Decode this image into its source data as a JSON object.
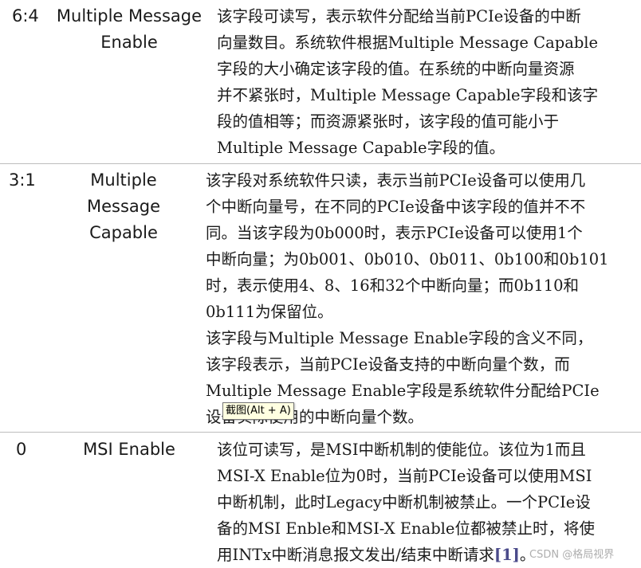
{
  "rows": [
    {
      "bits": "6:4",
      "field": [
        "Multiple Message",
        "Enable"
      ],
      "description": [
        "该字段可读写，表示软件分配给当前PCIe设备的中断",
        "向量数目。系统软件根据Multiple Message Capable",
        "字段的大小确定该字段的值。在系统的中断向量资源",
        "并不紧张时，Multiple Message Capable字段和该字",
        "段的值相等；而资源紧张时，该字段的值可能小于",
        "Multiple Message Capable字段的值。"
      ]
    },
    {
      "bits": "3:1",
      "field": [
        "Multiple",
        "Message",
        "Capable"
      ],
      "description": [
        "该字段对系统软件只读，表示当前PCIe设备可以使用几",
        "个中断向量号，在不同的PCIe设备中该字段的值并不不",
        "同。当该字段为0b000时，表示PCIe设备可以使用1个",
        "中断向量；为0b001、0b010、0b011、0b100和0b101",
        "时，表示使用4、8、16和32个中断向量；而0b110和",
        "0b111为保留位。",
        "该字段与Multiple Message Enable字段的含义不同，",
        "该字段表示，当前PCIe设备支持的中断向量个数，而",
        "Multiple Message Enable字段是系统软件分配给PCIe",
        "设备实际使用的中断向量个数。"
      ]
    },
    {
      "bits": "0",
      "field": [
        "MSI Enable"
      ],
      "description": [
        "该位可读写，是MSI中断机制的使能位。该位为1而且",
        "MSI-X Enable位为0时，当前PCIe设备可以使用MSI",
        "中断机制，此时Legacy中断机制被禁止。一个PCIe设",
        "备的MSI Enble和MSI-X Enable位都被禁止时，将使",
        "用INTx中断消息报文发出/结束中断请求"
      ],
      "citation": "[1]",
      "trailing": "。"
    }
  ],
  "tooltip": "截图(Alt + A)",
  "watermark": "CSDN @格局视界"
}
